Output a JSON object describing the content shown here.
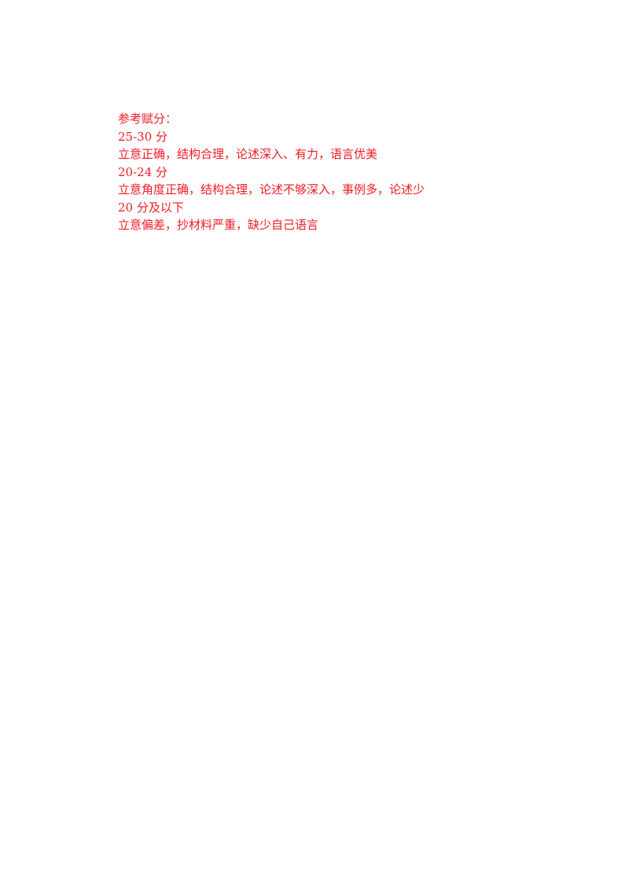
{
  "document": {
    "text_color": "#ee1c25",
    "background": "#ffffff",
    "heading": "参考赋分：",
    "tiers": [
      {
        "range": "25-30 分",
        "criteria": "立意正确，结构合理，论述深入、有力，语言优美"
      },
      {
        "range": "20-24 分",
        "criteria": "立意角度正确，结构合理，论述不够深入，事例多，论述少"
      },
      {
        "range": "20 分及以下",
        "criteria": "立意偏差，抄材料严重，缺少自己语言"
      }
    ]
  }
}
